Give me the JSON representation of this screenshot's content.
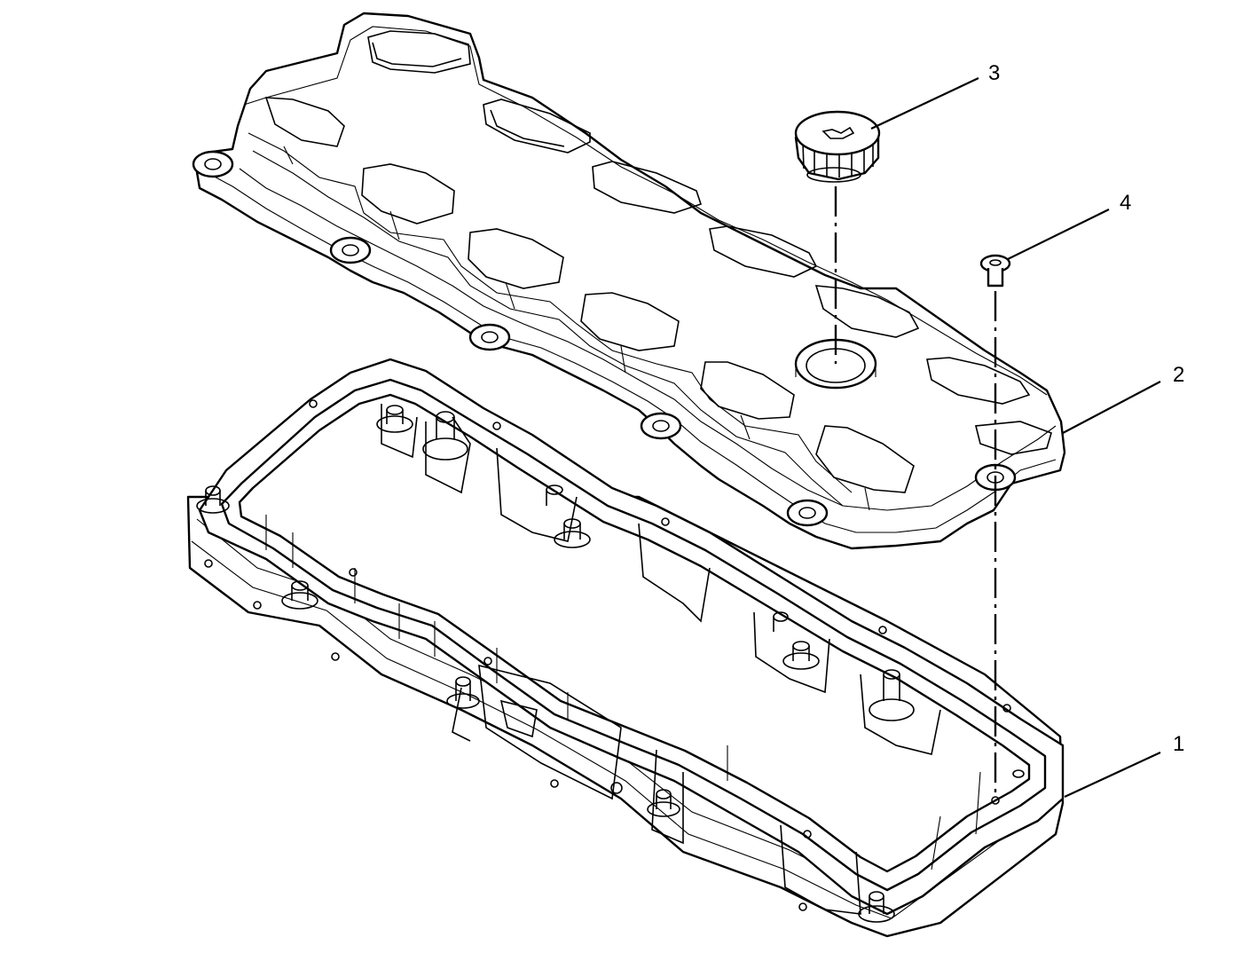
{
  "diagram": {
    "callouts": [
      {
        "id": "valve-cover-base",
        "label": "1"
      },
      {
        "id": "valve-cover",
        "label": "2"
      },
      {
        "id": "oil-filler-cap",
        "label": "3"
      },
      {
        "id": "bolt",
        "label": "4"
      }
    ],
    "colors": {
      "line": "#000000",
      "fill": "#ffffff"
    }
  }
}
